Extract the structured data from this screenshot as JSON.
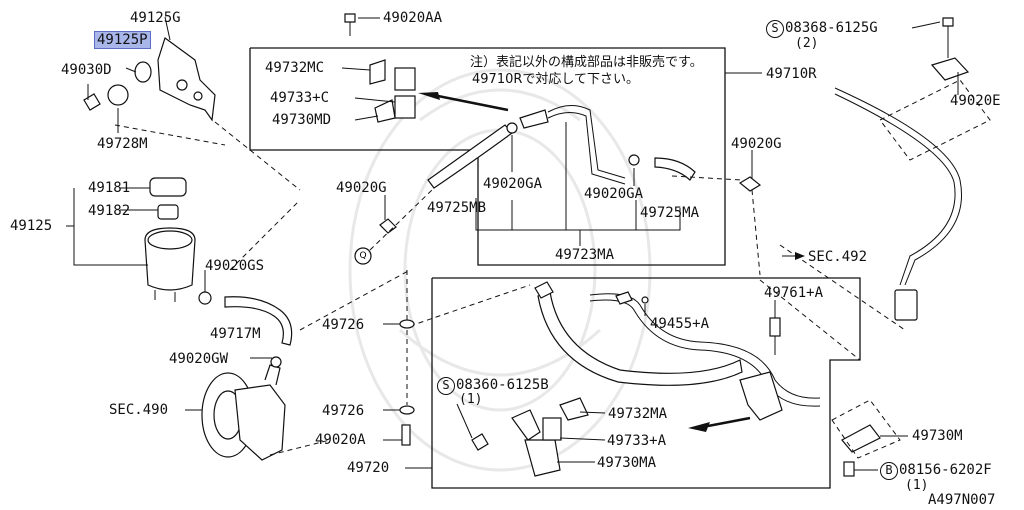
{
  "diagram": {
    "figure_code": "A497N007",
    "note_line1": "注）表記以外の構成部品は非販売です。",
    "note_line2": "49710Rで対応して下さい。",
    "reference_marker": "Q",
    "labels": {
      "p49125G": "49125G",
      "p49125P": "49125P",
      "p49030D": "49030D",
      "p49728M": "49728M",
      "p49181": "49181",
      "p49182": "49182",
      "p49125": "49125",
      "p49020GS": "49020GS",
      "p49717M": "49717M",
      "p49020GW": "49020GW",
      "sec490": "SEC.490",
      "p49020AA": "49020AA",
      "p49732MC": "49732MC",
      "p49733C": "49733+C",
      "p49730MD": "49730MD",
      "p49710R": "49710R",
      "p49020G_left": "49020G",
      "p49020GA_1": "49020GA",
      "p49725MB": "49725MB",
      "p49020GA_2": "49020GA",
      "p49725MA": "49725MA",
      "p49723MA": "49723MA",
      "p49020G_right": "49020G",
      "s08368_code": "08368-6125G",
      "s08368_qty": "(2)",
      "p49020E": "49020E",
      "sec492": "SEC.492",
      "p49726_1": "49726",
      "p49455A": "49455+A",
      "p49761A": "49761+A",
      "s08360_code": "08360-6125B",
      "s08360_qty": "(1)",
      "p49726_2": "49726",
      "p49732MA": "49732MA",
      "p49733A": "49733+A",
      "p49730M": "49730M",
      "p49020A": "49020A",
      "p49730MA": "49730MA",
      "p49720": "49720",
      "b08156_code": "08156-6202F",
      "b08156_qty": "(1)"
    },
    "symbols": {
      "screw": "S",
      "bolt": "B"
    }
  }
}
